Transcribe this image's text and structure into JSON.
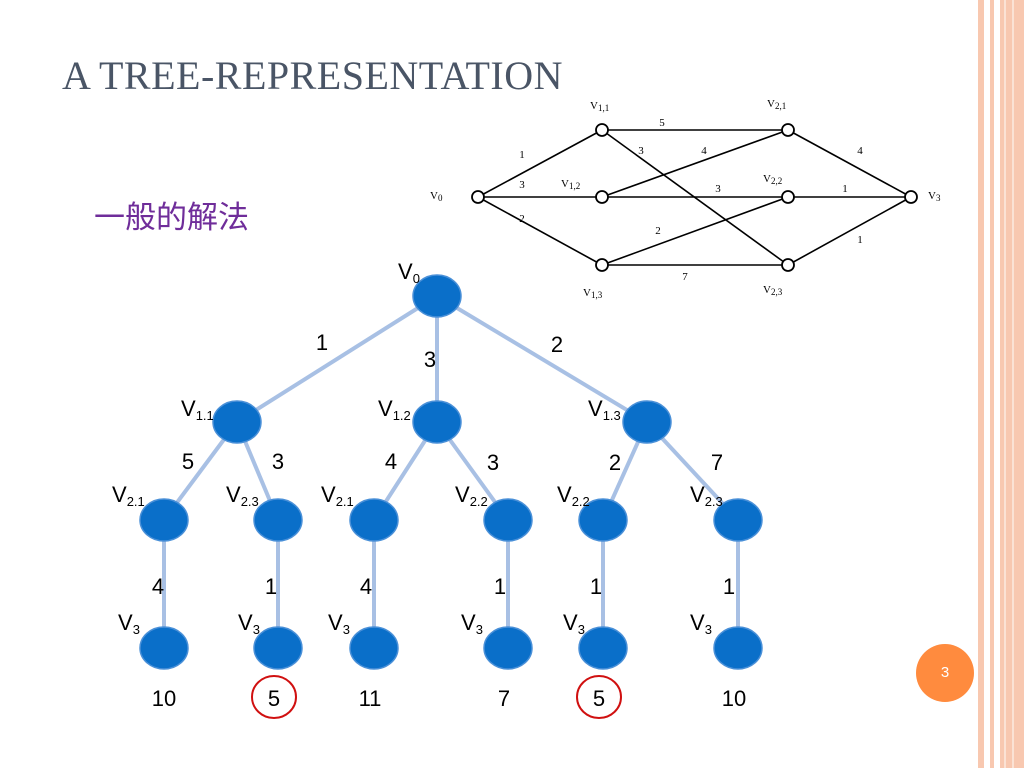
{
  "slide": {
    "title": "A TREE-REPRESENTATION",
    "subtitle": "一般的解法",
    "page_number": "3"
  },
  "colors": {
    "accent": "#ff8b3e",
    "border_stripes": "#f8c8b0",
    "title": "#4a5566",
    "subtitle": "#6f2d9a",
    "tree_node": "#0a6fc9",
    "tree_edge": "#a8c0e4",
    "highlight": "#d01010"
  },
  "graph": {
    "nodes": [
      {
        "id": "v0",
        "label": "V",
        "sub": "0"
      },
      {
        "id": "v11",
        "label": "V",
        "sub": "1,1"
      },
      {
        "id": "v12",
        "label": "V",
        "sub": "1,2"
      },
      {
        "id": "v13",
        "label": "V",
        "sub": "1,3"
      },
      {
        "id": "v21",
        "label": "V",
        "sub": "2,1"
      },
      {
        "id": "v22",
        "label": "V",
        "sub": "2,2"
      },
      {
        "id": "v23",
        "label": "V",
        "sub": "2,3"
      },
      {
        "id": "v3",
        "label": "V",
        "sub": "3"
      }
    ],
    "edges": [
      {
        "from": "v0",
        "to": "v11",
        "weight": "1"
      },
      {
        "from": "v0",
        "to": "v12",
        "weight": "3"
      },
      {
        "from": "v0",
        "to": "v13",
        "weight": "2"
      },
      {
        "from": "v11",
        "to": "v21",
        "weight": "5"
      },
      {
        "from": "v11",
        "to": "v23",
        "weight": "3"
      },
      {
        "from": "v12",
        "to": "v21",
        "weight": "4"
      },
      {
        "from": "v12",
        "to": "v22",
        "weight": "3"
      },
      {
        "from": "v13",
        "to": "v22",
        "weight": "2"
      },
      {
        "from": "v13",
        "to": "v23",
        "weight": "7"
      },
      {
        "from": "v21",
        "to": "v3",
        "weight": "4"
      },
      {
        "from": "v22",
        "to": "v3",
        "weight": "1"
      },
      {
        "from": "v23",
        "to": "v3",
        "weight": "1"
      }
    ]
  },
  "tree": {
    "root": {
      "label": "V",
      "sub": "0"
    },
    "level1": [
      {
        "label": "V",
        "sub": "1.1",
        "weight": "1"
      },
      {
        "label": "V",
        "sub": "1.2",
        "weight": "3"
      },
      {
        "label": "V",
        "sub": "1.3",
        "weight": "2"
      }
    ],
    "level2": [
      {
        "label": "V",
        "sub": "2.1",
        "weight": "5"
      },
      {
        "label": "V",
        "sub": "2.3",
        "weight": "3"
      },
      {
        "label": "V",
        "sub": "2.1",
        "weight": "4"
      },
      {
        "label": "V",
        "sub": "2.2",
        "weight": "3"
      },
      {
        "label": "V",
        "sub": "2.2",
        "weight": "2"
      },
      {
        "label": "V",
        "sub": "2.3",
        "weight": "7"
      }
    ],
    "leaves": [
      {
        "label": "V",
        "sub": "3",
        "weight": "4",
        "total": "10",
        "highlighted": false
      },
      {
        "label": "V",
        "sub": "3",
        "weight": "1",
        "total": "5",
        "highlighted": true
      },
      {
        "label": "V",
        "sub": "3",
        "weight": "4",
        "total": "11",
        "highlighted": false
      },
      {
        "label": "V",
        "sub": "3",
        "weight": "1",
        "total": "7",
        "highlighted": false
      },
      {
        "label": "V",
        "sub": "3",
        "weight": "1",
        "total": "5",
        "highlighted": true
      },
      {
        "label": "V",
        "sub": "3",
        "weight": "1",
        "total": "10",
        "highlighted": false
      }
    ]
  }
}
